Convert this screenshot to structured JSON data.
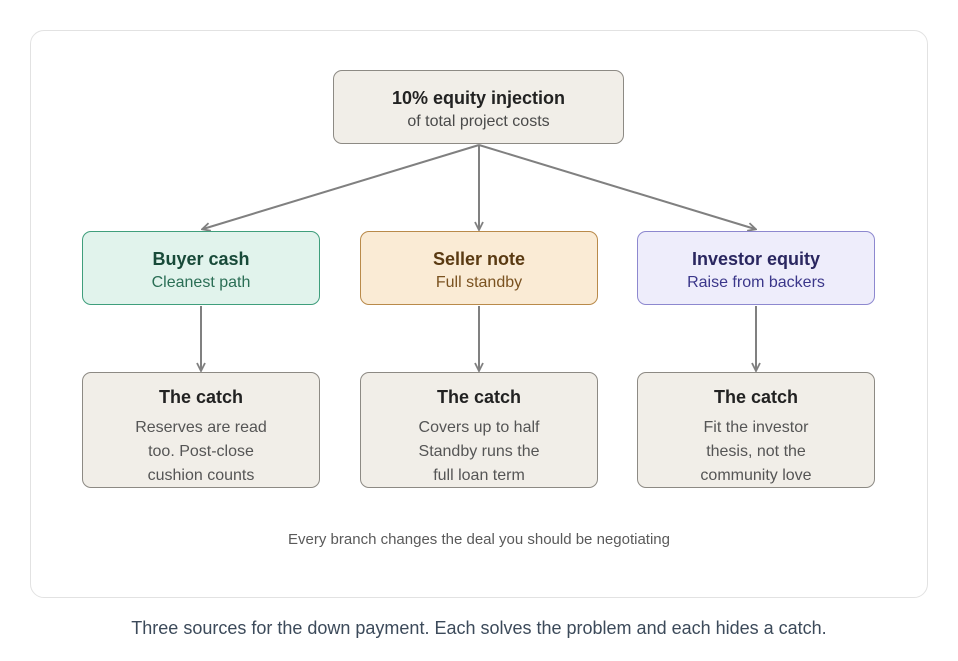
{
  "root": {
    "title": "10% equity injection",
    "subtitle": "of total project costs"
  },
  "branches": [
    {
      "title": "Buyer cash",
      "subtitle": "Cleanest path",
      "catch": {
        "title": "The catch",
        "lines": [
          "Reserves are read",
          "too. Post-close",
          "cushion counts"
        ]
      }
    },
    {
      "title": "Seller note",
      "subtitle": "Full standby",
      "catch": {
        "title": "The catch",
        "lines": [
          "Covers up to half",
          "Standby runs the",
          "full loan term"
        ]
      }
    },
    {
      "title": "Investor equity",
      "subtitle": "Raise from backers",
      "catch": {
        "title": "The catch",
        "lines": [
          "Fit the investor",
          "thesis, not the",
          "community love"
        ]
      }
    }
  ],
  "footer_note": "Every branch changes the deal you should be negotiating",
  "caption": "Three sources for the down payment. Each solves the problem and each hides a catch.",
  "colors": {
    "buyer_cash_fill": "#e1f3ec",
    "seller_note_fill": "#faebd5",
    "investor_equity_fill": "#eeedfb",
    "neutral_fill": "#f1eee8",
    "connector": "#808080"
  }
}
